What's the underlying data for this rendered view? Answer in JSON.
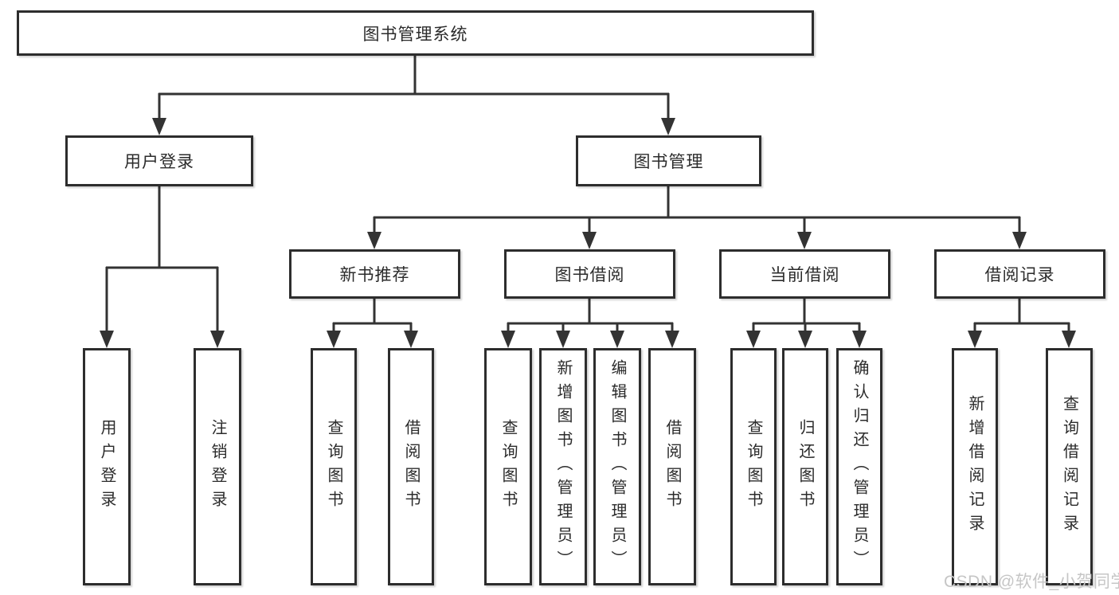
{
  "diagram_type": "hierarchy-tree",
  "root": {
    "label": "图书管理系统"
  },
  "branches": {
    "user": {
      "label": "用户登录",
      "children": [
        {
          "label": "用户登录"
        },
        {
          "label": "注销登录"
        }
      ]
    },
    "book": {
      "label": "图书管理",
      "sections": [
        {
          "label": "新书推荐",
          "children": [
            {
              "label": "查询图书"
            },
            {
              "label": "借阅图书"
            }
          ]
        },
        {
          "label": "图书借阅",
          "children": [
            {
              "label": "查询图书"
            },
            {
              "label": "新增图书（管理员）"
            },
            {
              "label": "编辑图书（管理员）"
            },
            {
              "label": "借阅图书"
            }
          ]
        },
        {
          "label": "当前借阅",
          "children": [
            {
              "label": "查询图书"
            },
            {
              "label": "归还图书"
            },
            {
              "label": "确认归还（管理员）"
            }
          ]
        },
        {
          "label": "借阅记录",
          "children": [
            {
              "label": "新增借阅记录"
            },
            {
              "label": "查询借阅记录"
            }
          ]
        }
      ]
    }
  },
  "watermark": {
    "text": "CSDN @软件_小贺同学"
  },
  "colors": {
    "line": "#333333",
    "box_border": "#2d2d2d",
    "text": "#2b2b2b",
    "watermark": "#c6c6c6",
    "background": "#ffffff"
  }
}
